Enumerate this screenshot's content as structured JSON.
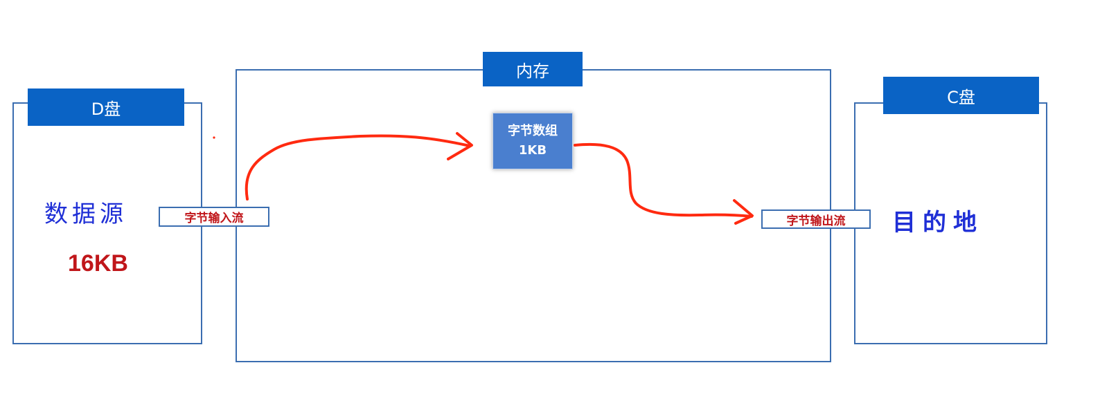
{
  "source_disk": {
    "title": "D盘",
    "content": "数据源",
    "size": "16KB"
  },
  "memory": {
    "title": "内存",
    "buffer_title": "字节数组",
    "buffer_size": "1KB"
  },
  "dest_disk": {
    "title": "C盘",
    "content": "目的地"
  },
  "streams": {
    "input": "字节输入流",
    "output": "字节输出流"
  },
  "colors": {
    "border": "#3a6db0",
    "header": "#0a63c5",
    "arrow": "#ff2a10",
    "stream_text": "#c0161a",
    "handwriting": "#1f2fd6"
  }
}
